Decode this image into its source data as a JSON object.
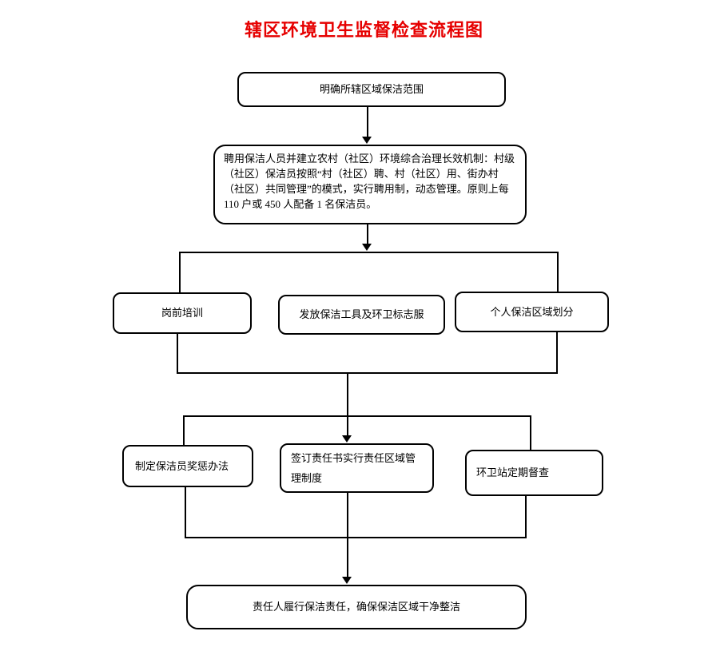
{
  "title": "辖区环境卫生监督检查流程图",
  "colors": {
    "title": "#e60000",
    "line": "#000000",
    "node_border": "#000000",
    "background": "#ffffff"
  },
  "nodes": {
    "scope": "明确所辖区域保洁范围",
    "hire": "聘用保洁人员并建立农村（社区）环境综合治理长效机制：村级（社区）保洁员按照“村（社区）聘、村（社区）用、街办村（社区）共同管理”的模式，实行聘用制，动态管理。原则上每 110 户或 450 人配备 1 名保洁员。",
    "training": "岗前培训",
    "tools": "发放保洁工具及环卫标志服",
    "area": "个人保洁区域划分",
    "reward": "制定保洁员奖惩办法",
    "responsibility": "签订责任书实行责任区域管理制度",
    "supervision": "环卫站定期督查",
    "final": "责任人履行保洁责任，确保保洁区域干净整洁"
  }
}
